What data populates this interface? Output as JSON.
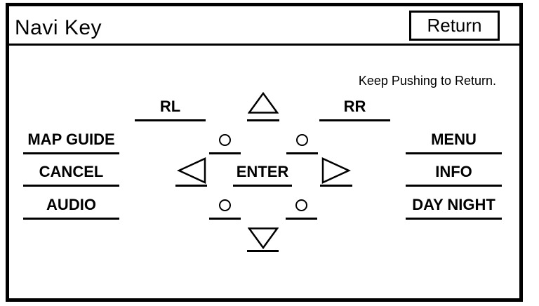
{
  "colors": {
    "background": "#ffffff",
    "ink": "#000000"
  },
  "titlebar": {
    "title": "Navi Key",
    "return_label": "Return"
  },
  "content": {
    "hint": "Keep Pushing to Return.",
    "left_keys": [
      "MAP GUIDE",
      "CANCEL",
      "AUDIO"
    ],
    "right_keys": [
      "MENU",
      "INFO",
      "DAY NIGHT"
    ],
    "rear_left_label": "RL",
    "rear_right_label": "RR",
    "enter_label": "ENTER",
    "icons": {
      "up": "up-triangle-icon",
      "down": "down-triangle-icon",
      "left": "left-triangle-icon",
      "right": "right-triangle-icon",
      "round_keys": [
        "circle-key-icon",
        "circle-key-icon",
        "circle-key-icon",
        "circle-key-icon"
      ]
    }
  }
}
